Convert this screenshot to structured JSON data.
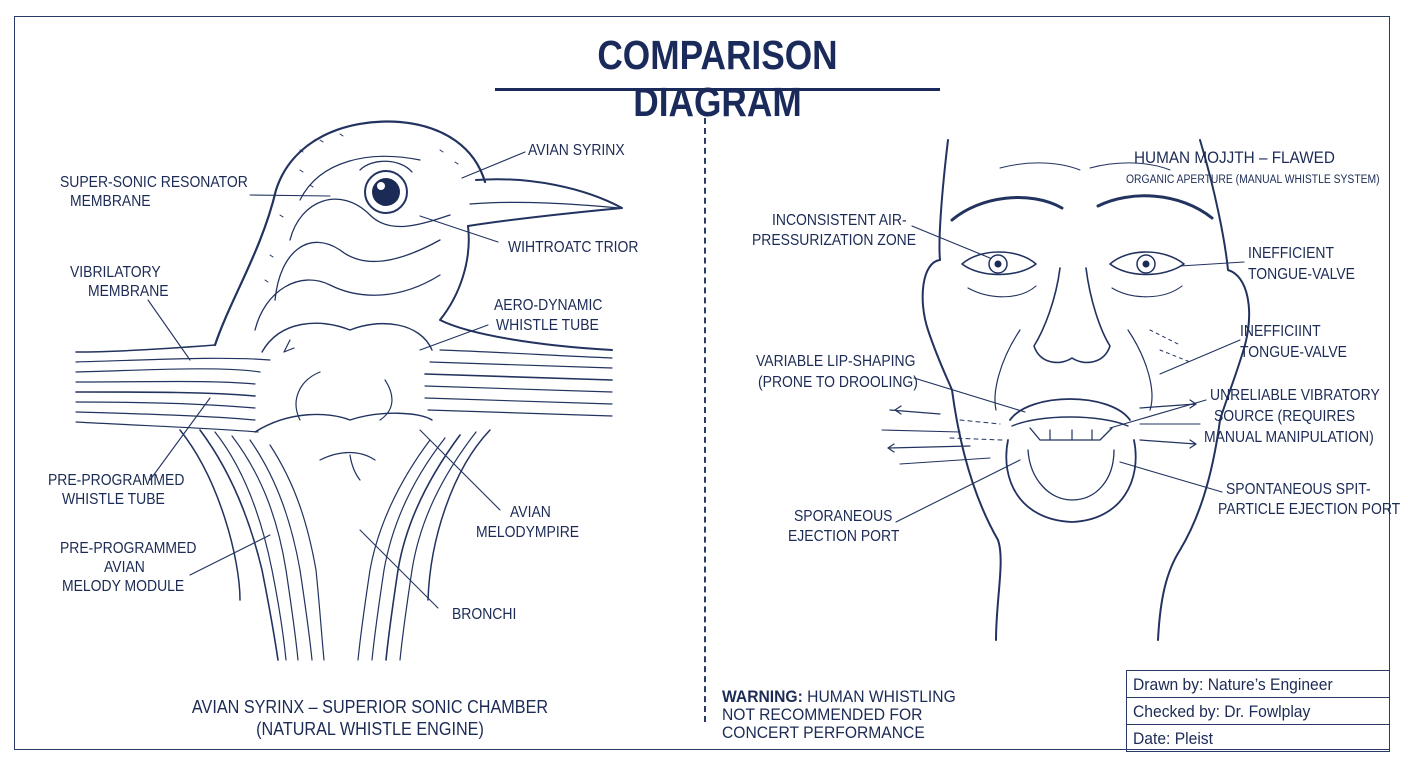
{
  "title": "COMPARISON DIAGRAM",
  "bird": {
    "labels": {
      "avian_syrinx": "AVIAN SYRINX",
      "resonator": [
        "SUPER-SONIC RESONATOR",
        "MEMBRANE"
      ],
      "wihtroatc": "WIHTROATC TRIOR",
      "vibratory": [
        "VIBRILATORY",
        "MEMBRANE"
      ],
      "aero": [
        "AERO-DYNAMIC",
        "WHISTLE TUBE"
      ],
      "pre_tube": [
        "PRE-PROGRAMMED",
        "WHISTLE TUBE"
      ],
      "avian_melody": [
        "AVIAN",
        "MELODYMPIRE"
      ],
      "pre_module": [
        "PRE-PROGRAMMED",
        "AVIAN",
        "MELODY MODULE"
      ],
      "bronchi": "BRONCHI"
    },
    "caption": [
      "AVIAN SYRINX – SUPERIOR SONIC CHAMBER",
      "(NATURAL WHISTLE ENGINE)"
    ]
  },
  "human": {
    "heading": "HUMAN MOJJTH – FLAWED",
    "subheading": "ORGANIC APERTURE (MANUAL WHISTLE SYSTEM)",
    "labels": {
      "inconsistent": [
        "INCONSISTENT AIR-",
        "PRESSURIZATION ZONE"
      ],
      "inefficient1": [
        "INEFFICIENT",
        "TONGUE-VALVE"
      ],
      "inefficient2": [
        "INEFFICIINT",
        "TONGUE-VALVE"
      ],
      "variable": [
        "VARIABLE LIP-SHAPING",
        "(PRONE TO DROOLING)"
      ],
      "unreliable": [
        "UNRELIABLE VIBRATORY",
        "SOURCE (REQUIRES",
        "MANUAL MANIPULATION)"
      ],
      "sporaneous": [
        "SPORANEOUS",
        "EJECTION PORT"
      ],
      "spontaneous": [
        "SPONTANEOUS SPIT-",
        "PARTICLE EJECTION PORT"
      ]
    },
    "warning_bold": "WARNING:",
    "warning": [
      "HUMAN WHISTLING",
      "NOT RECOMMENDED FOR",
      "CONCERT PERFORMANCE"
    ]
  },
  "title_block": {
    "drawn_by": "Drawn by:  Nature’s Engineer",
    "checked_by": "Checked by:  Dr. Fowlplay",
    "date": "Date: Pleist"
  }
}
